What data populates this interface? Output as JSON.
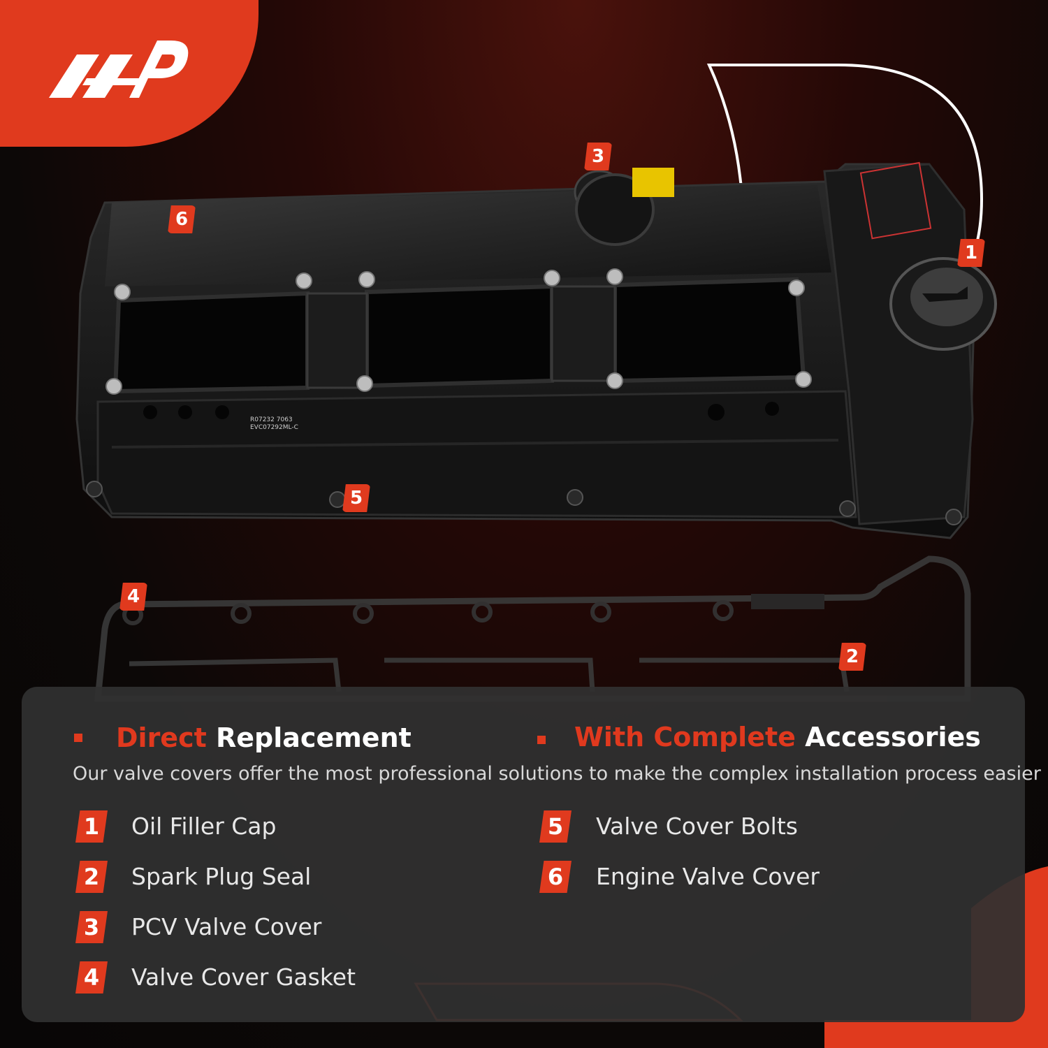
{
  "brand": {
    "logo_text": "A-P",
    "accent": "#e03a1e"
  },
  "callouts": [
    "1",
    "2",
    "3",
    "4",
    "5",
    "6"
  ],
  "panel": {
    "heading_left": {
      "accent": "Direct",
      "rest": "Replacement"
    },
    "heading_right": {
      "accent": "With Complete",
      "rest": "Accessories"
    },
    "subtitle": "Our valve covers offer the most professional solutions to make the complex  installation process easier",
    "items": [
      {
        "num": "1",
        "label": "Oil Filler Cap"
      },
      {
        "num": "2",
        "label": "Spark Plug Seal"
      },
      {
        "num": "3",
        "label": "PCV Valve Cover"
      },
      {
        "num": "4",
        "label": "Valve Cover Gasket"
      },
      {
        "num": "5",
        "label": "Valve Cover Bolts"
      },
      {
        "num": "6",
        "label": "Engine Valve Cover"
      }
    ]
  },
  "product_text": {
    "code1": "R07232 7063",
    "code2": "EVC07292ML-C"
  }
}
